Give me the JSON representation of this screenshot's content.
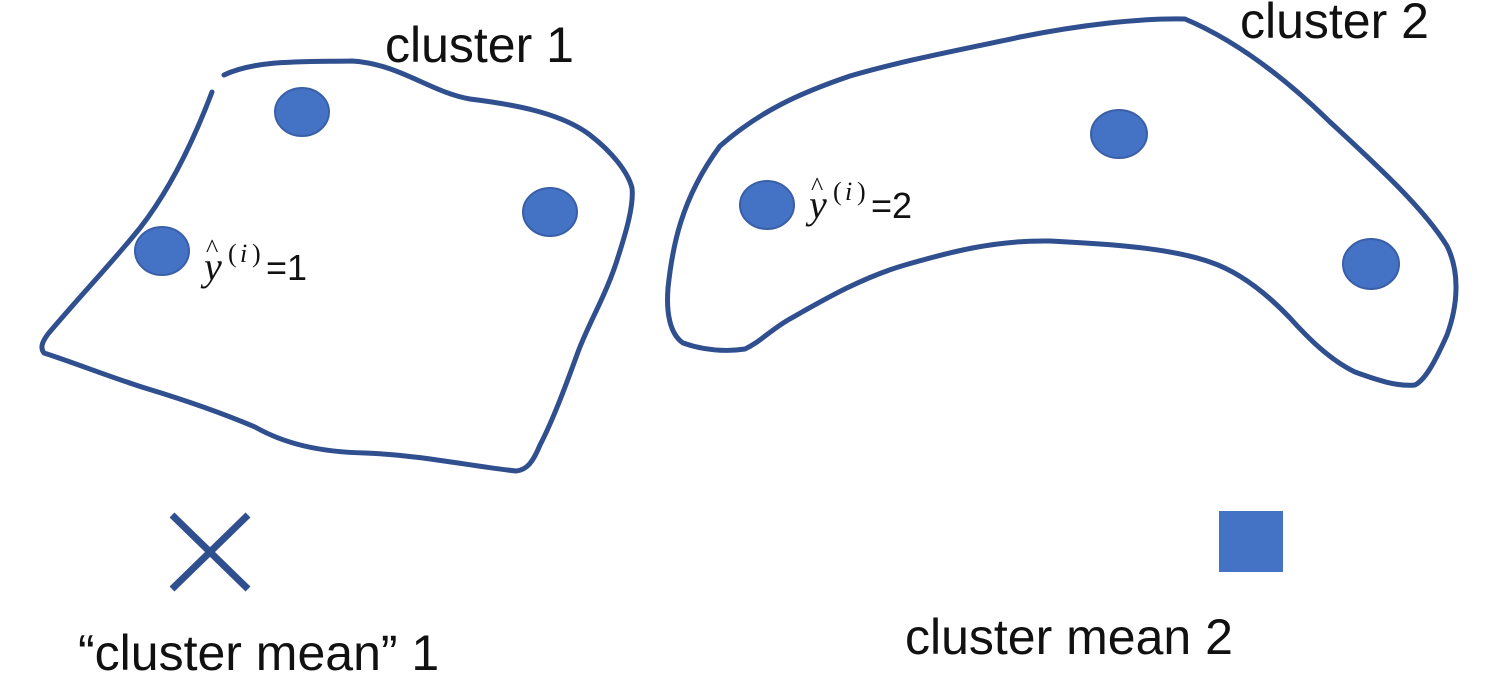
{
  "colors": {
    "outline": "#2F4F8F",
    "point_fill": "#4472C4",
    "point_stroke": "#3A5FA8",
    "text": "#111111"
  },
  "cluster1": {
    "title": "cluster 1",
    "label_var": "y",
    "label_sup_open": "(",
    "label_sup_var": "i",
    "label_sup_close": ")",
    "label_eq": "=1",
    "mean_label": "“cluster mean” 1",
    "mean_marker": "x-mark-icon"
  },
  "cluster2": {
    "title": "cluster 2",
    "label_var": "y",
    "label_sup_open": "(",
    "label_sup_var": "i",
    "label_sup_close": ")",
    "label_eq": "=2",
    "mean_label": "cluster mean 2",
    "mean_marker": "square-icon"
  }
}
